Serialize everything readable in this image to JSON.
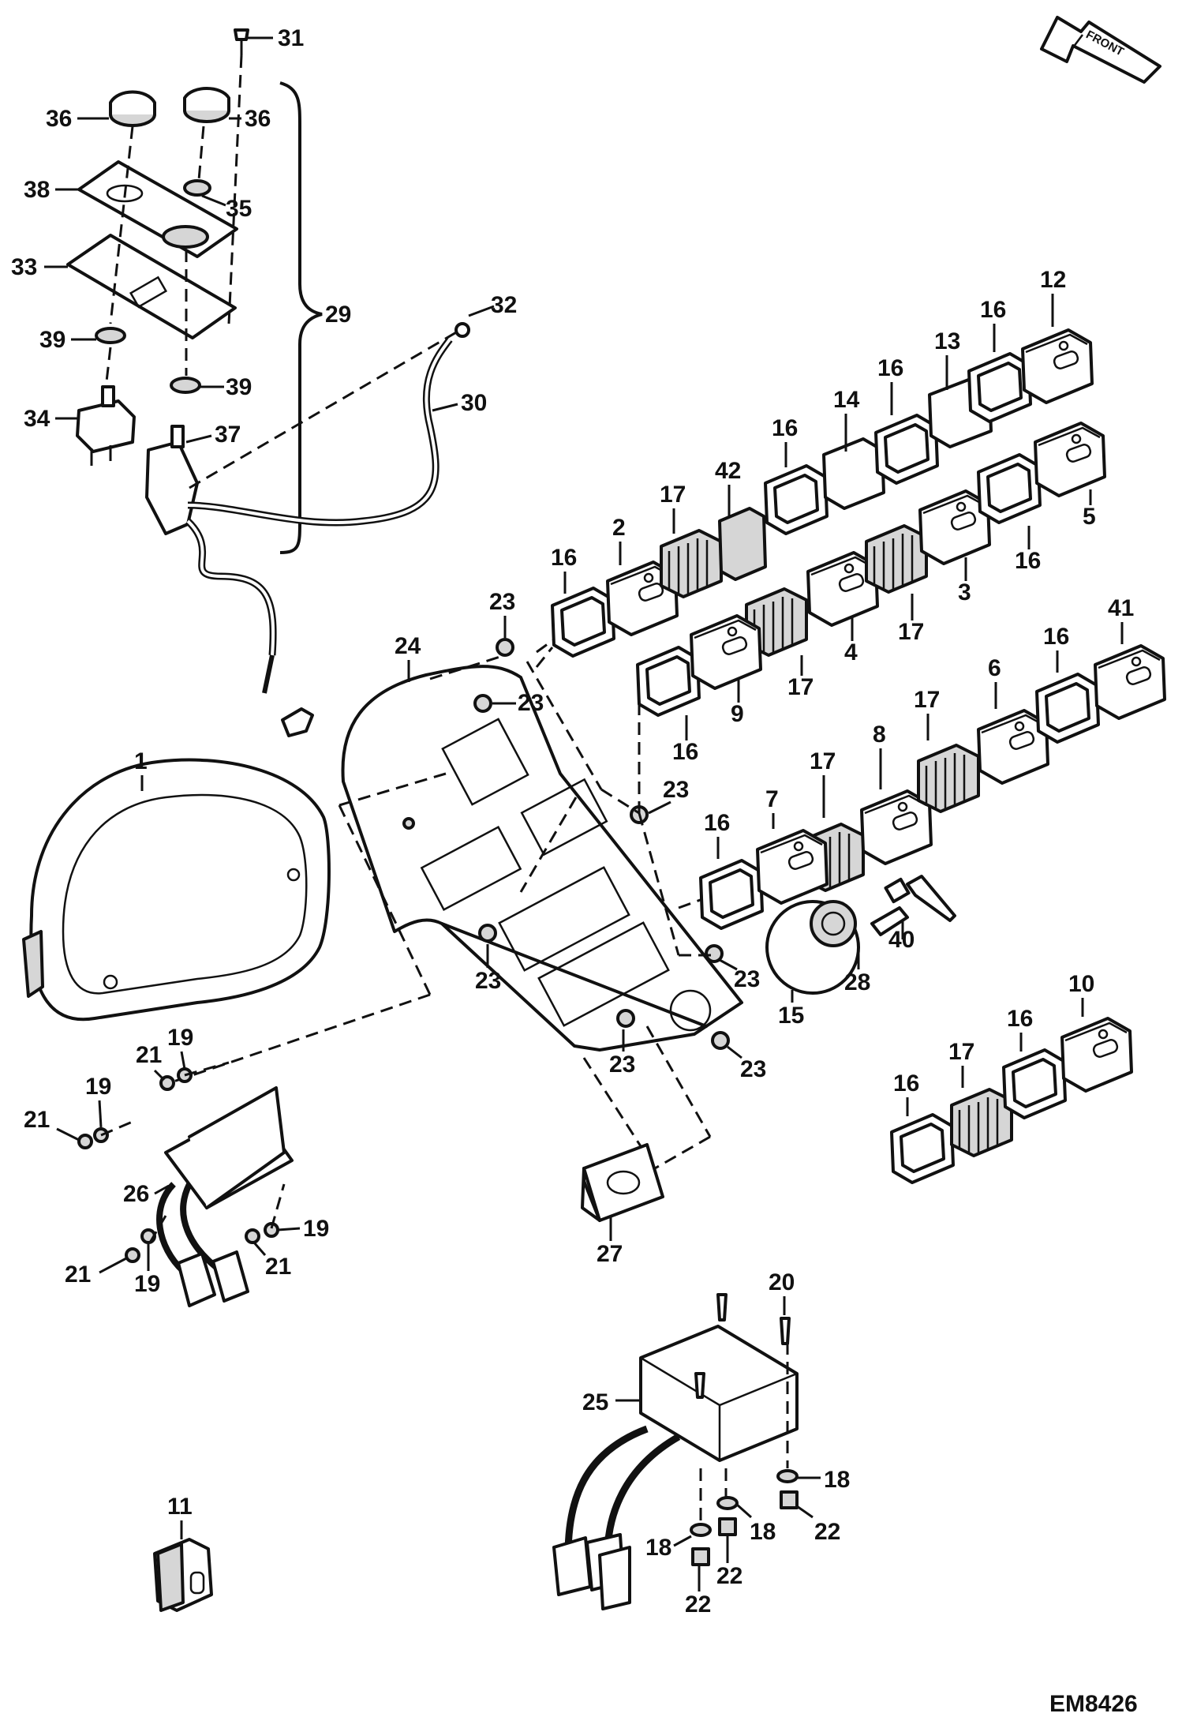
{
  "figure_code": "EM8426",
  "orientation_arrow": {
    "label": "FRONT"
  },
  "callouts": [
    "1",
    "2",
    "3",
    "4",
    "5",
    "6",
    "7",
    "8",
    "9",
    "10",
    "11",
    "12",
    "13",
    "14",
    "15",
    "16",
    "17",
    "18",
    "19",
    "20",
    "21",
    "22",
    "23",
    "24",
    "25",
    "26",
    "27",
    "28",
    "29",
    "30",
    "31",
    "32",
    "33",
    "34",
    "35",
    "36",
    "37",
    "38",
    "39",
    "40",
    "41",
    "42"
  ]
}
